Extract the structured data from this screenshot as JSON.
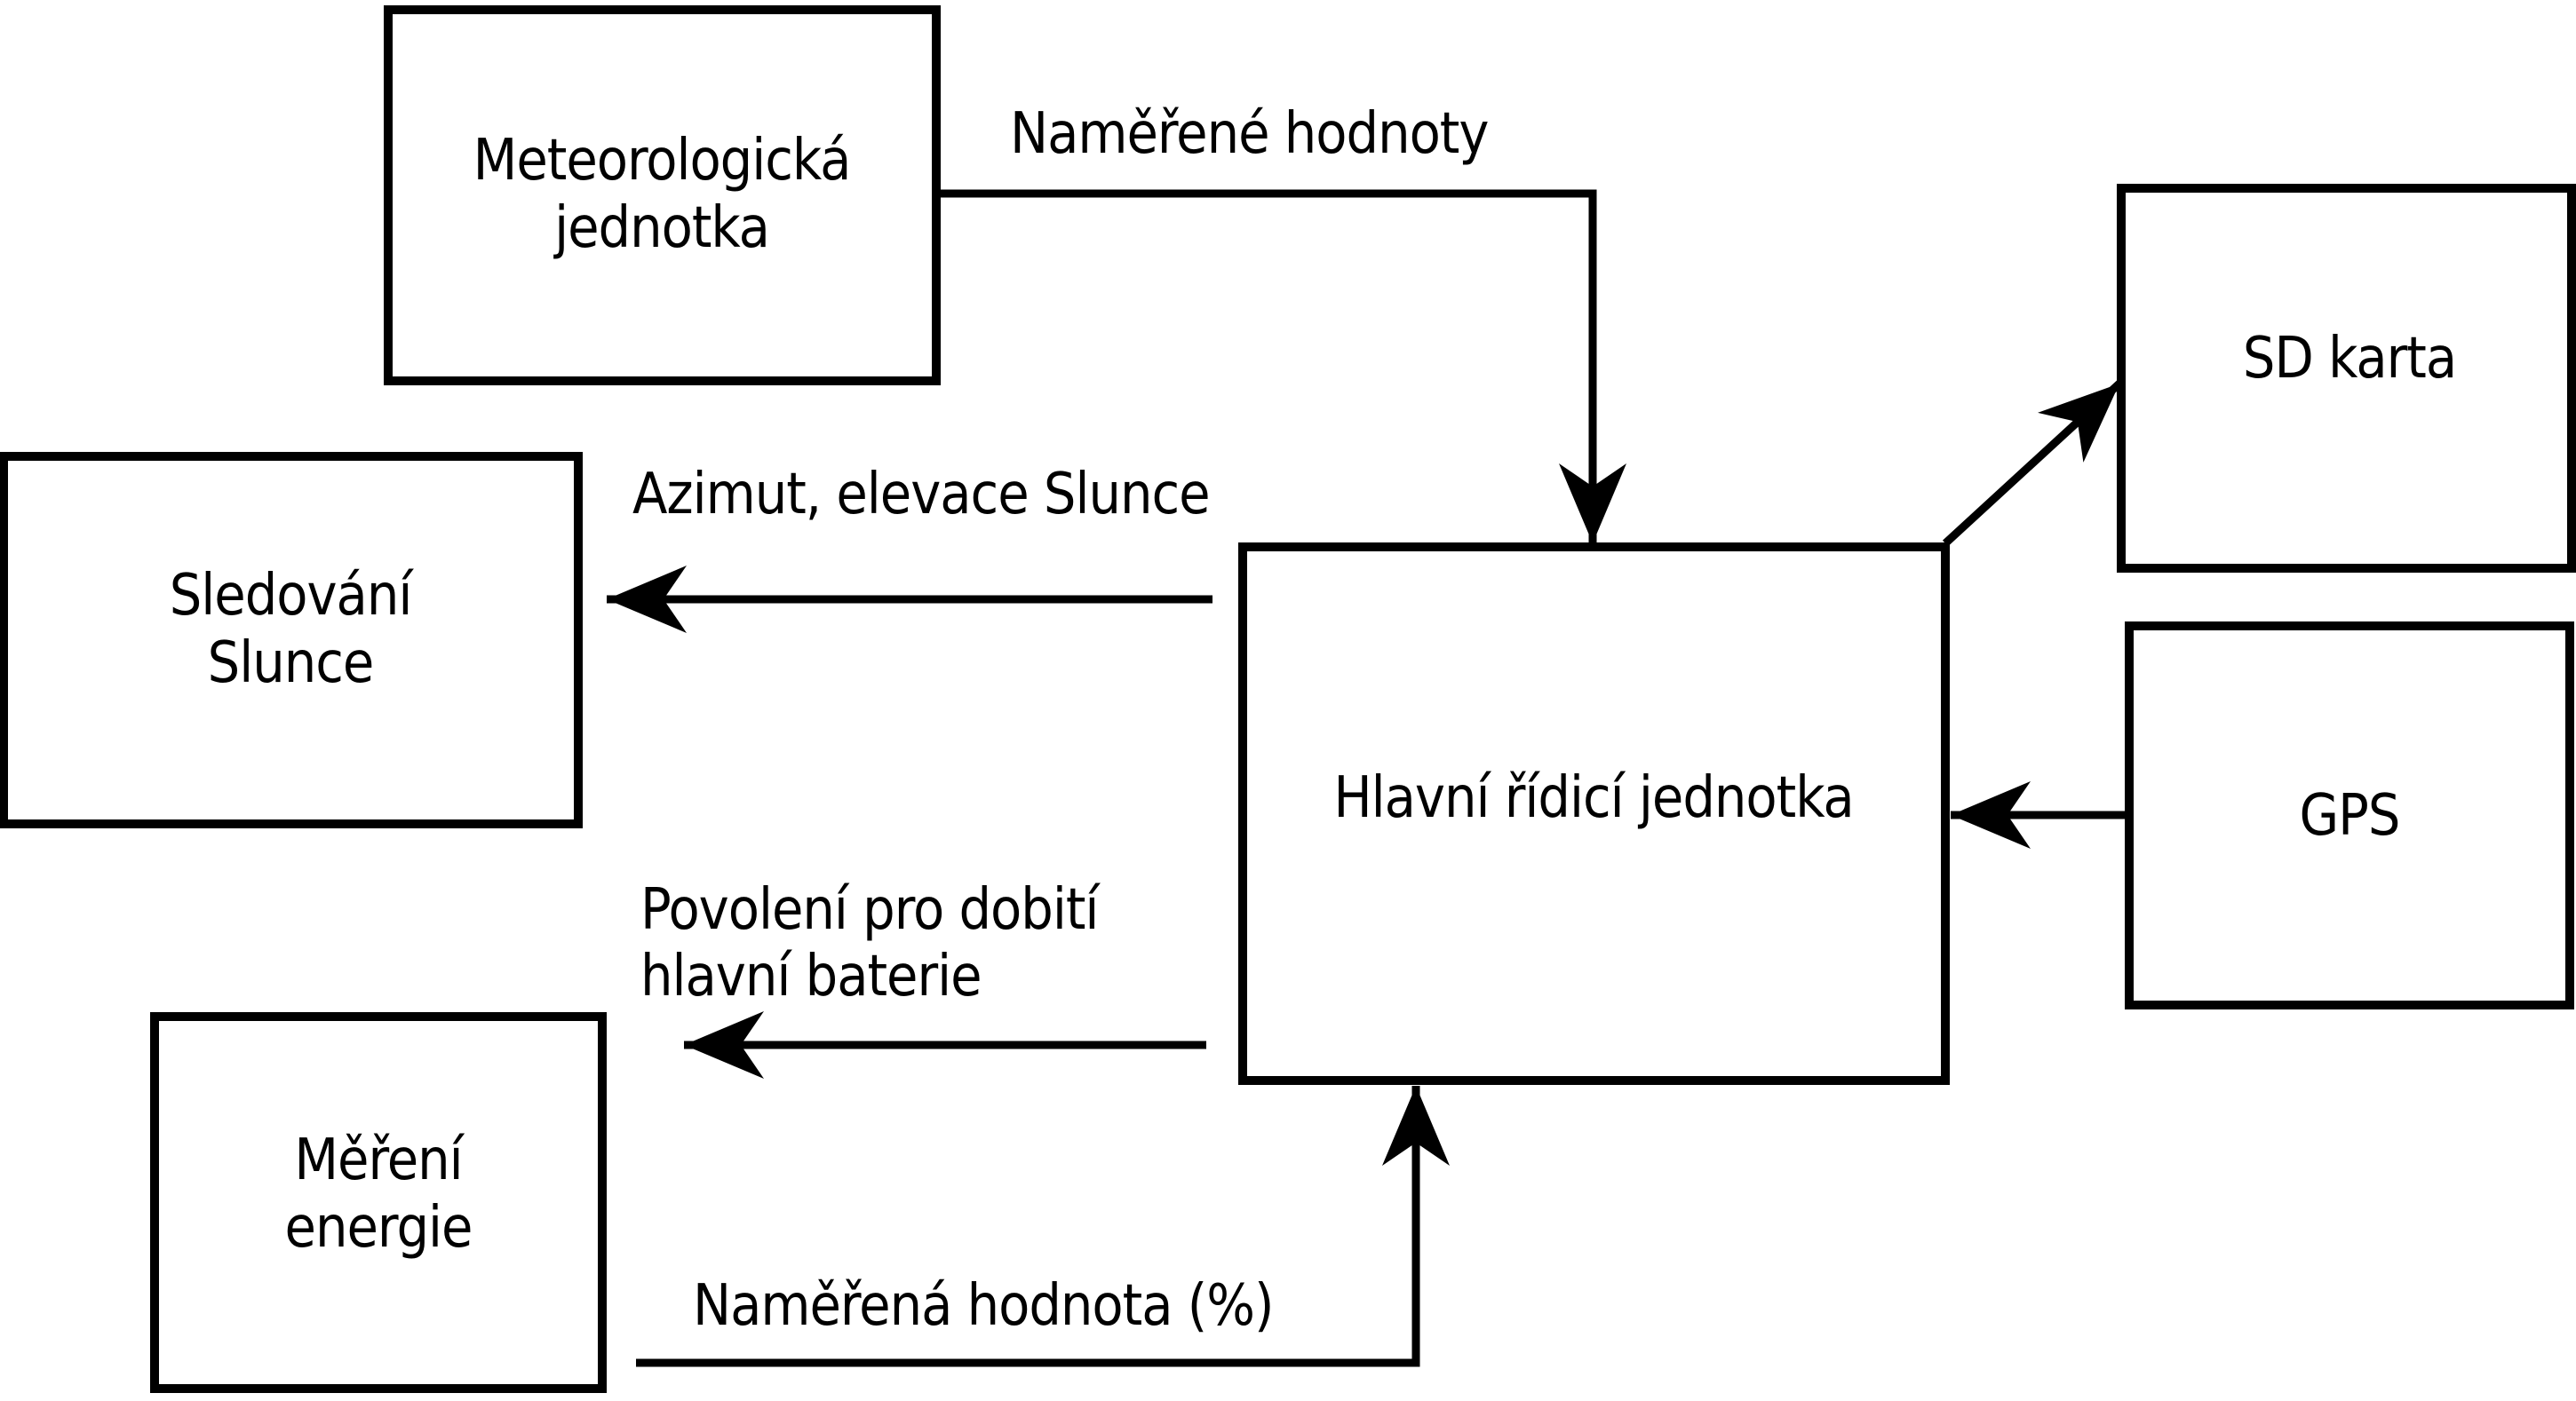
{
  "diagram": {
    "nodes": {
      "meteo": {
        "line1": "Meteorologická",
        "line2": "jednotka"
      },
      "sun_tracking": {
        "line1": "Sledování",
        "line2": "Slunce"
      },
      "energy_measurement": {
        "line1": "Měření",
        "line2": "energie"
      },
      "main_control": {
        "label": "Hlavní řídicí jednotka"
      },
      "sd_card": {
        "label": "SD karta"
      },
      "gps": {
        "label": "GPS"
      }
    },
    "edges": {
      "measured_values": {
        "label": "Naměřené hodnoty"
      },
      "sun_azimuth": {
        "label": "Azimut, elevace Slunce"
      },
      "charge_permission": {
        "line1": "Povolení pro dobití",
        "line2": "hlavní baterie"
      },
      "measured_percent": {
        "label": "Naměřená hodnota (%)"
      },
      "to_sd_card": {
        "label": ""
      },
      "from_gps": {
        "label": ""
      }
    },
    "colors": {
      "stroke": "#000000",
      "background": "#ffffff"
    }
  }
}
